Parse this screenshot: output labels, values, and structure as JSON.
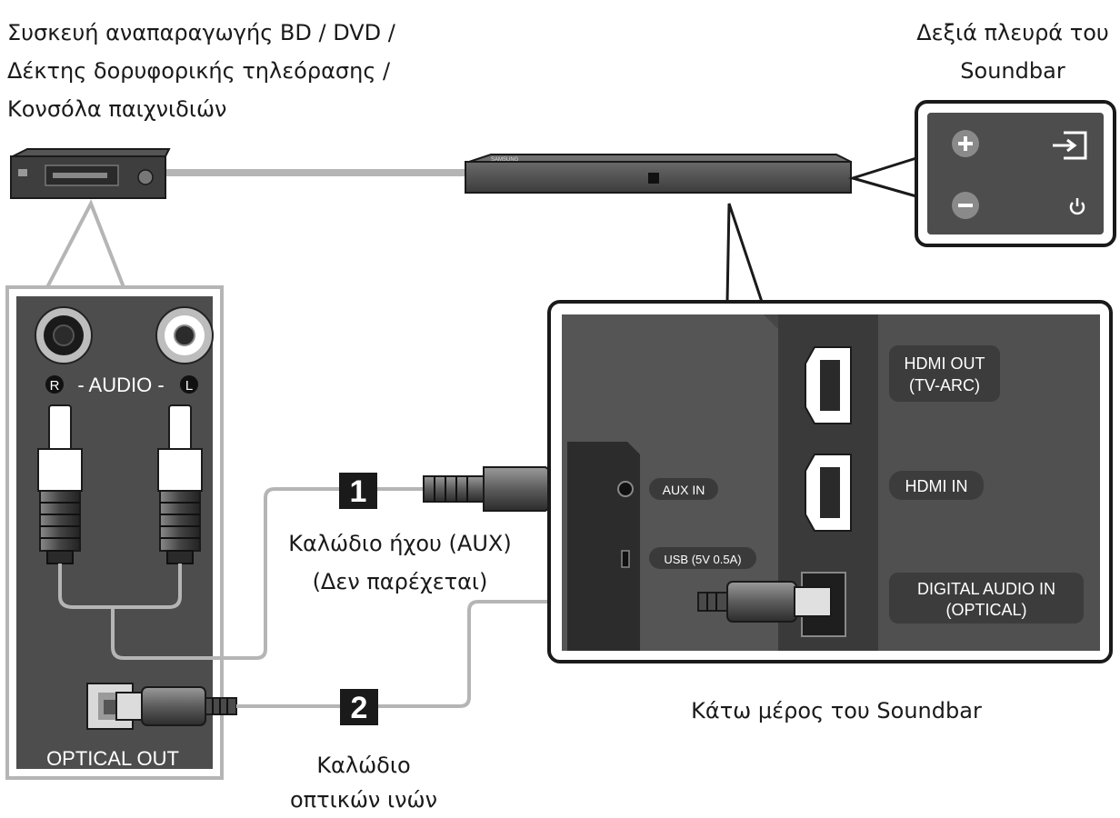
{
  "labels": {
    "source_device": {
      "line1": "Συσκευή αναπαραγωγής BD / DVD /",
      "line2": "Δέκτης δορυφορικής τηλεόρασης /",
      "line3": "Κονσόλα παιχνιδιών"
    },
    "right_side": {
      "line1": "Δεξιά πλευρά του",
      "line2": "Soundbar"
    },
    "bottom_side": "Κάτω μέρος του Soundbar",
    "aux_cable": {
      "line1": "Καλώδιο ήχου (AUX)",
      "line2": "(Δεν παρέχεται)"
    },
    "optical_cable": {
      "line1": "Καλώδιο",
      "line2": "οπτικών ινών"
    }
  },
  "source_panel": {
    "r_marker": "R",
    "audio_label": "- AUDIO -",
    "l_marker": "L",
    "optical_out": "OPTICAL OUT"
  },
  "soundbar_ports": {
    "hdmi_out_1": "HDMI OUT",
    "hdmi_out_2": "(TV-ARC)",
    "hdmi_in": "HDMI IN",
    "digital_1": "DIGITAL AUDIO IN",
    "digital_2": "(OPTICAL)",
    "aux_in": "AUX IN",
    "usb": "USB (5V 0.5A)"
  },
  "steps": {
    "step1": "1",
    "step2": "2"
  },
  "soundbar_logo": "SAMSUNG",
  "colors": {
    "panel": "#4d4d4d",
    "panel_dark": "#3a3a3a",
    "outline": "#1a1a1a",
    "cable_grey": "#b5b5b5"
  },
  "icons": {
    "plus": "plus-icon",
    "minus": "minus-icon",
    "input": "input-source-icon",
    "power": "power-icon"
  }
}
